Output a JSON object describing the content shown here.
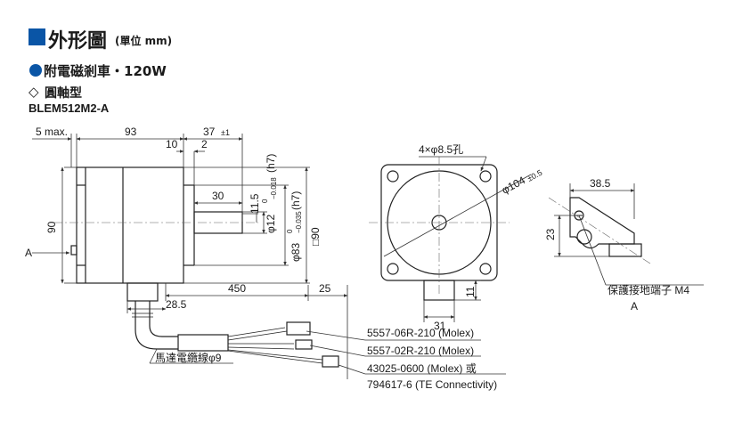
{
  "header": {
    "title": "外形圖",
    "unit": "(單位 mm)",
    "subtitle": "附電磁剎車・120W",
    "shaft_type": "圓軸型",
    "shaft_symbol": "◇",
    "model": "BLEM512M2-A"
  },
  "dims": {
    "front_5max": "5 max.",
    "d93": "93",
    "d37": "37",
    "d37_tol": "±1",
    "d10": "10",
    "d2": "2",
    "d30": "30",
    "d11_5": "11.5",
    "d12": "φ12",
    "d12_tol_top": "0",
    "d12_tol_bot": "−0.018",
    "d12_fit": "(h7)",
    "d83": "φ83",
    "d83_tol_top": "0",
    "d83_tol_bot": "−0.035",
    "d83_fit": "(h7)",
    "sq90": "□90",
    "d90": "90",
    "arrowA": "A",
    "d450": "450",
    "d25": "25",
    "d28_5": "28.5",
    "hole": "4×φ8.5孔",
    "pcd": "φ104",
    "pcd_tol": "±0.5",
    "d31": "31",
    "d11": "11",
    "d38_5": "38.5",
    "d23": "23"
  },
  "labels": {
    "conn1": "5557-06R-210 (Molex)",
    "conn2": "5557-02R-210 (Molex)",
    "conn3a": "43025-0600 (Molex) 或",
    "conn3b": "794617-6 (TE Connectivity)",
    "cable": "馬達電纜線φ9",
    "ground": "保護接地端子 M4",
    "viewA": "A"
  },
  "colors": {
    "accent": "#0a55a6",
    "line": "#222222",
    "dim": "#333333"
  }
}
